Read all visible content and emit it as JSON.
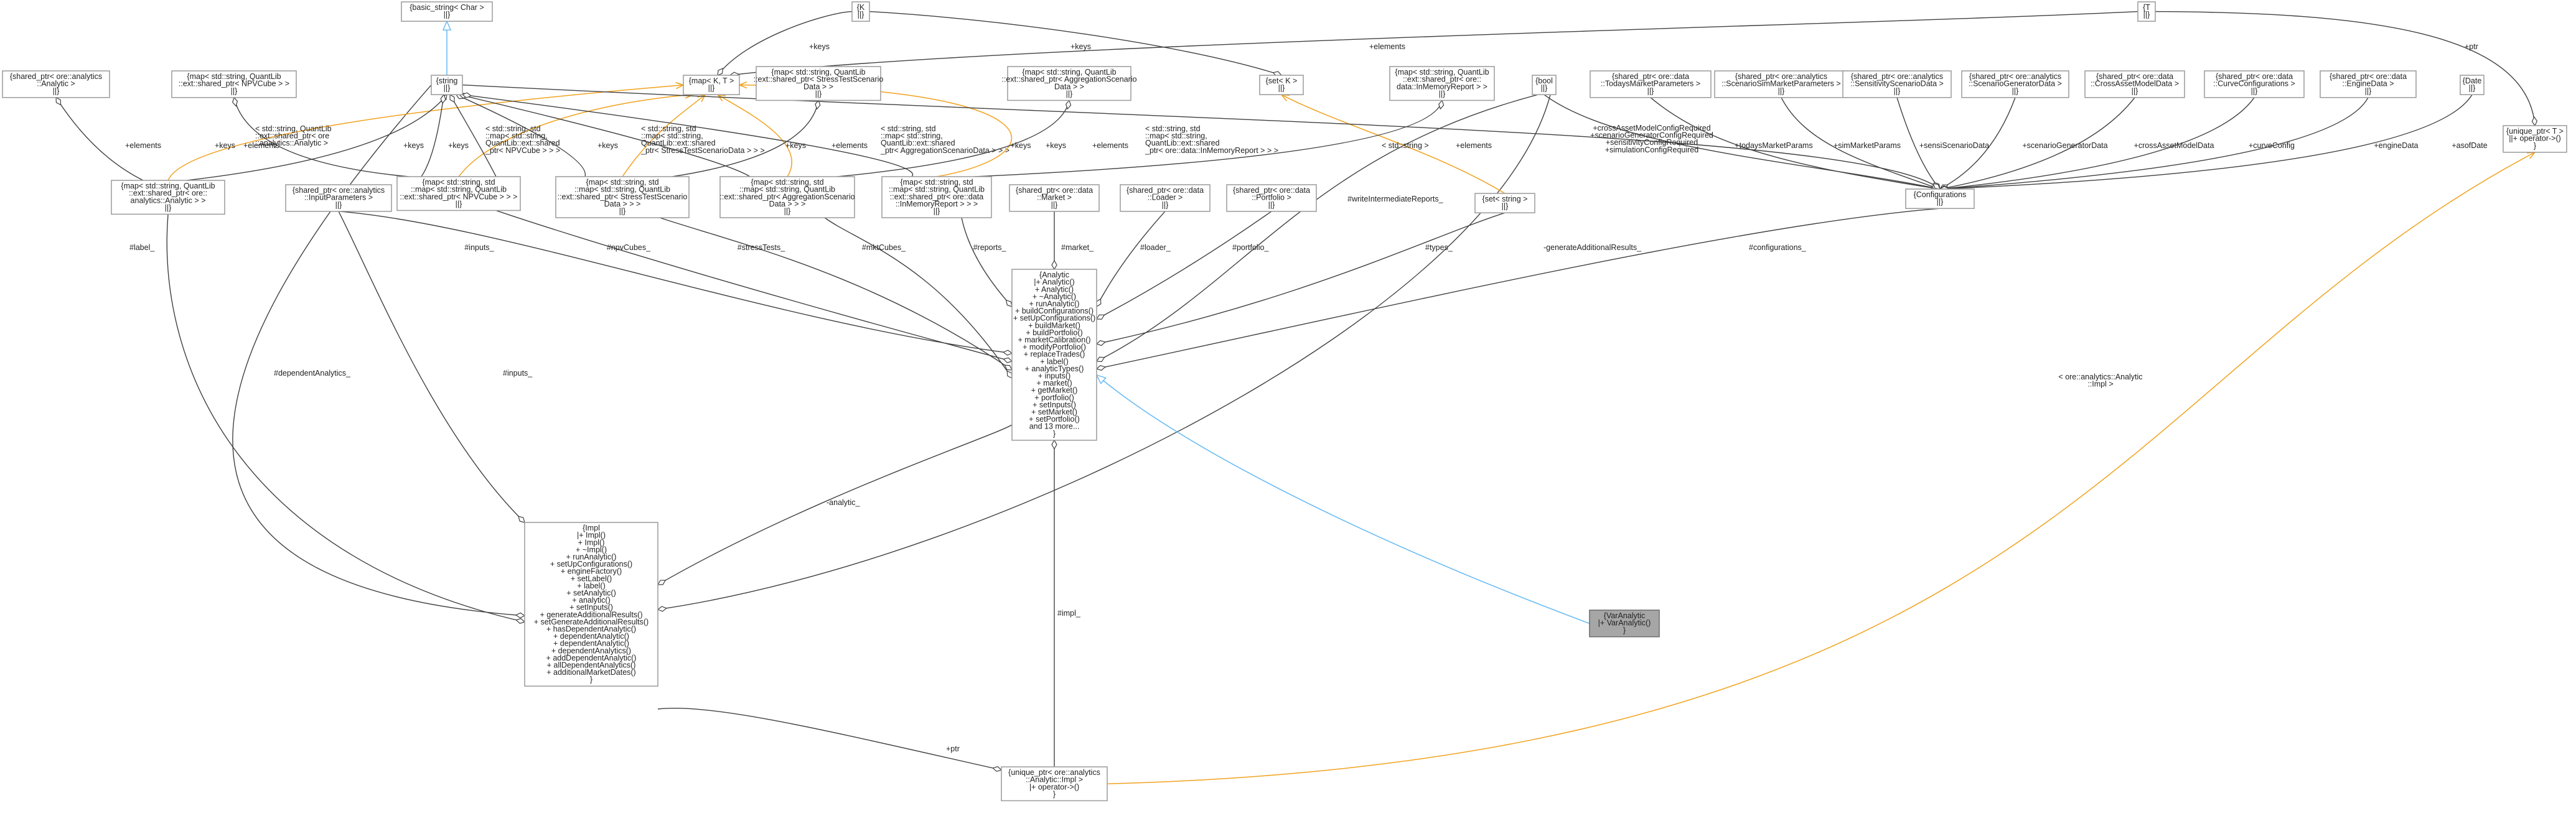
{
  "nodes": {
    "basic_string": [
      "{basic_string< Char >",
      "||}"
    ],
    "string": [
      "{string",
      "||}"
    ],
    "K": [
      "{K",
      "||}"
    ],
    "T": [
      "{T",
      "||}"
    ],
    "map_KT": [
      "{map< K, T >",
      "||}"
    ],
    "set_K": [
      "{set< K >",
      "||}"
    ],
    "sp_analytic": [
      "{shared_ptr< ore::analytics",
      "::Analytic >",
      "||}"
    ],
    "map_npvcube_top": [
      "{map< std::string, QuantLib",
      "::ext::shared_ptr< NPVCube > >",
      "||}"
    ],
    "map_stresstest_top": [
      "{map< std::string, QuantLib",
      "::ext::shared_ptr< StressTestScenario",
      "Data > >",
      "||}"
    ],
    "map_aggr_top": [
      "{map< std::string, QuantLib",
      "::ext::shared_ptr< AggregationScenario",
      "Data > >",
      "||}"
    ],
    "map_inmem_top": [
      "{map< std::string, QuantLib",
      "::ext::shared_ptr< ore::",
      "data::InMemoryReport > >",
      "||}"
    ],
    "bool": [
      "{bool",
      "||}"
    ],
    "sp_todays": [
      "{shared_ptr< ore::data",
      "::TodaysMarketParameters >",
      "||}"
    ],
    "sp_simmarket": [
      "{shared_ptr< ore::analytics",
      "::ScenarioSimMarketParameters >",
      "||}"
    ],
    "sp_sensi": [
      "{shared_ptr< ore::analytics",
      "::SensitivityScenarioData >",
      "||}"
    ],
    "sp_scengen": [
      "{shared_ptr< ore::analytics",
      "::ScenarioGeneratorData >",
      "||}"
    ],
    "sp_crossasset": [
      "{shared_ptr< ore::data",
      "::CrossAssetModelData >",
      "||}"
    ],
    "sp_curveconfig": [
      "{shared_ptr< ore::data",
      "::CurveConfigurations >",
      "||}"
    ],
    "sp_enginedata": [
      "{shared_ptr< ore::data",
      "::EngineData >",
      "||}"
    ],
    "date": [
      "{Date",
      "||}"
    ],
    "unique_ptr_T": [
      "{unique_ptr< T >",
      "||+ operator->()",
      "}"
    ],
    "map_sp_analytic": [
      "{map< std::string, QuantLib",
      "::ext::shared_ptr< ore::",
      "analytics::Analytic > >",
      "||}"
    ],
    "sp_inputparams": [
      "{shared_ptr< ore::analytics",
      "::InputParameters >",
      "||}"
    ],
    "map_npvcube": [
      "{map< std::string, std",
      "::map< std::string, QuantLib",
      "::ext::shared_ptr< NPVCube > > >",
      "||}"
    ],
    "map_stresstest": [
      "{map< std::string, std",
      "::map< std::string, QuantLib",
      "::ext::shared_ptr< StressTestScenario",
      "Data > > >",
      "||}"
    ],
    "map_aggr": [
      "{map< std::string, std",
      "::map< std::string, QuantLib",
      "::ext::shared_ptr< AggregationScenario",
      "Data > > >",
      "||}"
    ],
    "map_inmem": [
      "{map< std::string, std",
      "::map< std::string, QuantLib",
      "::ext::shared_ptr< ore::data",
      "::InMemoryReport > > >",
      "||}"
    ],
    "sp_market": [
      "{shared_ptr< ore::data",
      "::Market >",
      "||}"
    ],
    "sp_loader": [
      "{shared_ptr< ore::data",
      "::Loader >",
      "||}"
    ],
    "sp_portfolio": [
      "{shared_ptr< ore::data",
      "::Portfolio >",
      "||}"
    ],
    "set_string": [
      "{set< string >",
      "||}"
    ],
    "configurations": [
      "{Configurations",
      "||}"
    ],
    "analytic": [
      "{Analytic",
      "|+ Analytic()",
      "+ Analytic()",
      "+ ~Analytic()",
      "+ runAnalytic()",
      "+ buildConfigurations()",
      "+ setUpConfigurations()",
      "+ buildMarket()",
      "+ buildPortfolio()",
      "+ marketCalibration()",
      "+ modifyPortfolio()",
      "+ replaceTrades()",
      "+ label()",
      "+ analyticTypes()",
      "+ inputs()",
      "+ market()",
      "+ getMarket()",
      "+ portfolio()",
      "+ setInputs()",
      "+ setMarket()",
      "+ setPortfolio()",
      "and 13 more...",
      "}"
    ],
    "impl": [
      "{Impl",
      "|+ Impl()",
      "+ Impl()",
      "+ ~Impl()",
      "+ runAnalytic()",
      "+ setUpConfigurations()",
      "+ engineFactory()",
      "+ setLabel()",
      "+ label()",
      "+ setAnalytic()",
      "+ analytic()",
      "+ setInputs()",
      "+ generateAdditionalResults()",
      "+ setGenerateAdditionalResults()",
      "+ hasDependentAnalytic()",
      "+ dependentAnalytic()",
      "+ dependentAnalytic()",
      "+ dependentAnalytics()",
      "+ addDependentAnalytic()",
      "+ allDependentAnalytics()",
      "+ additionalMarketDates()",
      "}"
    ],
    "varanalytic": [
      "{VarAnalytic",
      "|+ VarAnalytic()",
      "}"
    ],
    "unique_ptr_impl": [
      "{unique_ptr< ore::analytics",
      "::Analytic::Impl >",
      "|+ operator->()",
      "}"
    ]
  },
  "edge_labels": {
    "keys": "+keys",
    "elements": "+elements",
    "ptr": "+ptr",
    "label": "#label_",
    "dependentAnalytics": "#dependentAnalytics_",
    "inputs": "#inputs_",
    "npvCubes": "#npvCubes_",
    "stressTests": "#stressTests_",
    "mktCubes": "#mktCubes_",
    "reports": "#reports_",
    "market": "#market_",
    "loader": "#loader_",
    "portfolio": "#portfolio_",
    "types": "#types_",
    "writeIntermediateReports": "#writeIntermediateReports_",
    "configurations": "#configurations_",
    "analytic": "-analytic_",
    "generateAdditionalResults": "-generateAdditionalResults_",
    "impl": "#impl_",
    "crossAssetFlags": [
      "+crossAssetModelConfigRequired",
      "+scenarioGeneratorConfigRequired",
      "+sensitivityConfigRequired",
      "+simulationConfigRequired"
    ],
    "todaysMarketParams": "+todaysMarketParams",
    "simMarketParams": "+simMarketParams",
    "sensiScenarioData": "+sensiScenarioData",
    "scenarioGeneratorData": "+scenarioGeneratorData",
    "crossAssetModelData": "+crossAssetModelData",
    "curveConfig": "+curveConfig",
    "engineData": "+engineData",
    "asofDate": "+asofDate",
    "tmpl_analytic": [
      "< std::string, QuantLib",
      "::ext::shared_ptr< ore",
      "::analytics::Analytic >"
    ],
    "tmpl_npvcube": [
      "< std::string, std",
      "::map< std::string,",
      "QuantLib::ext::shared",
      "_ptr< NPVCube > > >"
    ],
    "tmpl_stresstest": [
      "< std::string, std",
      "::map< std::string,",
      "QuantLib::ext::shared",
      "_ptr< StressTestScenarioData > > >"
    ],
    "tmpl_aggr": [
      "< std::string, std",
      "::map< std::string,",
      "QuantLib::ext::shared",
      "_ptr< AggregationScenarioData > > >"
    ],
    "tmpl_inmem": [
      "< std::string, std",
      "::map< std::string,",
      "QuantLib::ext::shared",
      "_ptr< ore::data::InMemoryReport > > >"
    ],
    "tmpl_string": "< std::string >",
    "tmpl_impl": [
      "< ore::analytics::Analytic",
      "::Impl >"
    ]
  }
}
